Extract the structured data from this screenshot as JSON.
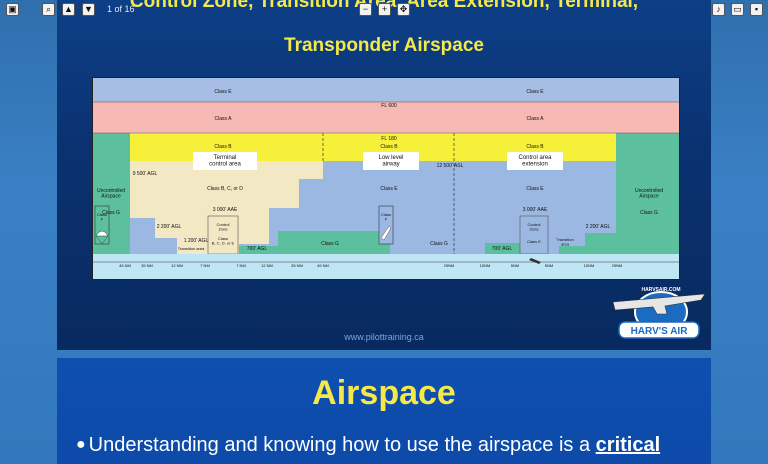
{
  "toolbar": {
    "page_indicator": "1 of 16",
    "left_icons": [
      "menu-icon",
      "search-icon",
      "up-arrow-icon",
      "down-arrow-icon"
    ],
    "center_icons": [
      "zoom-out-icon",
      "zoom-in-icon",
      "pan-icon"
    ],
    "right_icons": [
      "music-icon",
      "window-icon",
      "close-icon"
    ]
  },
  "slide1": {
    "title_line1": "Control Zone, Transition Area, Area Extension, Terminal,",
    "title_line2": "Transponder Airspace",
    "credit": "www.pilottraining.ca",
    "logo_text": "HARV'S AIR",
    "logo_ring_text": "HARVSAIR.COM",
    "diagram": {
      "labels": {
        "class_e_top_left": "Class E",
        "class_e_top_right": "Class E",
        "fl600": "FL 600",
        "class_a_left": "Class A",
        "class_a_right": "Class A",
        "fl180": "FL 180",
        "class_b_left": "Class B",
        "class_b_mid": "Class B",
        "class_b_right": "Class B",
        "terminal_box": "Terminal\ncontrol area",
        "low_level_box": "Low level\nairway",
        "control_ext_box": "Control area\nextension",
        "agl_9500": "9 500' AGL",
        "asl_12500": "12 500' ASL",
        "uncontrolled_left": "Uncontrolled\nAirspace",
        "class_g_left": "Class G",
        "class_bcd": "Class B, C, or D",
        "class_e_mid": "Class E",
        "class_e_right": "Class E",
        "uncontrolled_right": "Uncontrolled\nAirspace",
        "class_g_right": "Class G",
        "aae_3000_left": "3 000' AAE",
        "aae_3000_right": "3 000' AAE",
        "class_f_left": "Class\nF",
        "class_f_mid": "Class\nF",
        "control_zone_left": "Control\nZone",
        "control_zone_right": "Control\nZone",
        "agl_2200_left": "2 200' AGL",
        "agl_2200_right": "2 200' AGL",
        "agl_1200": "1 200' AGL",
        "transition_area_left": "Transition area",
        "transition_area_right": "Transition\narea",
        "class_bcde": "Class\nB, C, D, or E",
        "agl_700_left": "700' AGL",
        "agl_700_right": "700' AGL",
        "class_g_bottom_mid": "Class G",
        "class_g_bottom_right": "Class G",
        "class_e_bottom": "Class E"
      },
      "distance_ticks_left": [
        "45 NM",
        "35 NM",
        "12 NM",
        "7 NM",
        "7 NM",
        "12 NM",
        "35 NM",
        "45 NM"
      ],
      "distance_ticks_right": [
        "25NM",
        "15NM",
        "5NM",
        "5NM",
        "15NM",
        "25NM"
      ]
    }
  },
  "slide2": {
    "title": "Airspace",
    "bullet_prefix": "Understanding and knowing how to use the airspace is a ",
    "bullet_emphasis": "critical"
  }
}
